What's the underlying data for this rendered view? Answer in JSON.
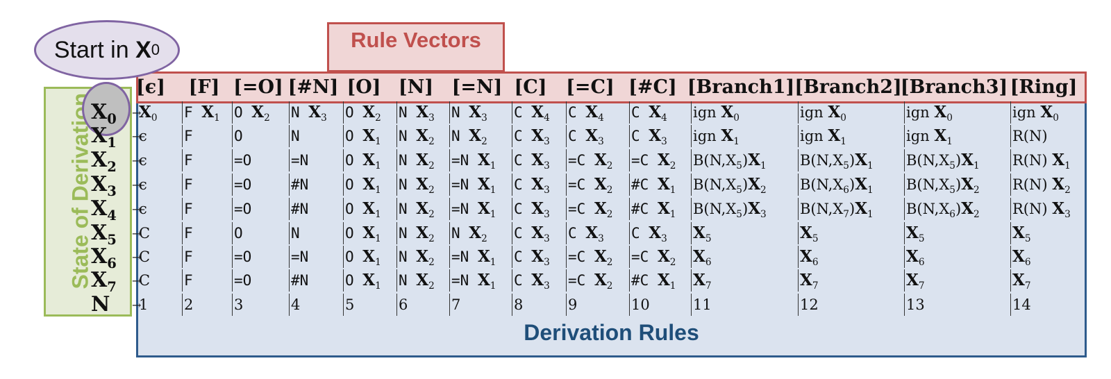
{
  "rule_vectors_title": "Rule Vectors",
  "derivation_rules_title": "Derivation Rules",
  "state_axis_title": "State of Derivation",
  "start_label": {
    "text": "Start in",
    "var": "X",
    "sub": "0"
  },
  "columns": [
    "[ϵ]",
    "[F]",
    "[=O]",
    "[#N]",
    "[O]",
    "[N]",
    "[=N]",
    "[C]",
    "[=C]",
    "[#C]",
    "[Branch1]",
    "[Branch2]",
    "[Branch3]",
    "[Ring]"
  ],
  "rows": [
    {
      "state": {
        "name": "X",
        "sub": "0"
      },
      "cells": [
        {
          "t": "X",
          "s": "0"
        },
        {
          "m": "F ",
          "t": "X",
          "s": "1"
        },
        {
          "m": "O ",
          "t": "X",
          "s": "2"
        },
        {
          "m": "N ",
          "t": "X",
          "s": "3"
        },
        {
          "m": "O ",
          "t": "X",
          "s": "2"
        },
        {
          "m": "N ",
          "t": "X",
          "s": "3"
        },
        {
          "m": "N ",
          "t": "X",
          "s": "3"
        },
        {
          "m": "C ",
          "t": "X",
          "s": "4"
        },
        {
          "m": "C ",
          "t": "X",
          "s": "4"
        },
        {
          "m": "C ",
          "t": "X",
          "s": "4"
        },
        {
          "p": "ign ",
          "t": "X",
          "s": "0"
        },
        {
          "p": "ign ",
          "t": "X",
          "s": "0"
        },
        {
          "p": "ign ",
          "t": "X",
          "s": "0"
        },
        {
          "p": "ign ",
          "t": "X",
          "s": "0"
        }
      ]
    },
    {
      "state": {
        "name": "X",
        "sub": "1"
      },
      "cells": [
        {
          "p": "ϵ"
        },
        {
          "m": "F"
        },
        {
          "m": "O"
        },
        {
          "m": "N"
        },
        {
          "m": "O ",
          "t": "X",
          "s": "1"
        },
        {
          "m": "N ",
          "t": "X",
          "s": "2"
        },
        {
          "m": "N ",
          "t": "X",
          "s": "2"
        },
        {
          "m": "C ",
          "t": "X",
          "s": "3"
        },
        {
          "m": "C ",
          "t": "X",
          "s": "3"
        },
        {
          "m": "C ",
          "t": "X",
          "s": "3"
        },
        {
          "p": "ign ",
          "t": "X",
          "s": "1"
        },
        {
          "p": "ign ",
          "t": "X",
          "s": "1"
        },
        {
          "p": "ign ",
          "t": "X",
          "s": "1"
        },
        {
          "p": "R(N)"
        }
      ]
    },
    {
      "state": {
        "name": "X",
        "sub": "2"
      },
      "cells": [
        {
          "p": "ϵ"
        },
        {
          "m": "F"
        },
        {
          "m": "=O"
        },
        {
          "m": "=N"
        },
        {
          "m": "O ",
          "t": "X",
          "s": "1"
        },
        {
          "m": "N ",
          "t": "X",
          "s": "2"
        },
        {
          "m": "=N ",
          "t": "X",
          "s": "1"
        },
        {
          "m": "C ",
          "t": "X",
          "s": "3"
        },
        {
          "m": "=C ",
          "t": "X",
          "s": "2"
        },
        {
          "m": "=C ",
          "t": "X",
          "s": "2"
        },
        {
          "p": "B(N,X",
          "ps": "5",
          "p2": ")",
          "t": "X",
          "s": "1"
        },
        {
          "p": "B(N,X",
          "ps": "5",
          "p2": ")",
          "t": "X",
          "s": "1"
        },
        {
          "p": "B(N,X",
          "ps": "5",
          "p2": ")",
          "t": "X",
          "s": "1"
        },
        {
          "p": "R(N) ",
          "t": "X",
          "s": "1"
        }
      ]
    },
    {
      "state": {
        "name": "X",
        "sub": "3"
      },
      "cells": [
        {
          "p": "ϵ"
        },
        {
          "m": "F"
        },
        {
          "m": "=O"
        },
        {
          "m": "#N"
        },
        {
          "m": "O ",
          "t": "X",
          "s": "1"
        },
        {
          "m": "N ",
          "t": "X",
          "s": "2"
        },
        {
          "m": "=N ",
          "t": "X",
          "s": "1"
        },
        {
          "m": "C ",
          "t": "X",
          "s": "3"
        },
        {
          "m": "=C ",
          "t": "X",
          "s": "2"
        },
        {
          "m": "#C ",
          "t": "X",
          "s": "1"
        },
        {
          "p": "B(N,X",
          "ps": "5",
          "p2": ")",
          "t": "X",
          "s": "2"
        },
        {
          "p": "B(N,X",
          "ps": "6",
          "p2": ")",
          "t": "X",
          "s": "1"
        },
        {
          "p": "B(N,X",
          "ps": "5",
          "p2": ")",
          "t": "X",
          "s": "2"
        },
        {
          "p": "R(N) ",
          "t": "X",
          "s": "2"
        }
      ]
    },
    {
      "state": {
        "name": "X",
        "sub": "4"
      },
      "cells": [
        {
          "p": "ϵ"
        },
        {
          "m": "F"
        },
        {
          "m": "=O"
        },
        {
          "m": "#N"
        },
        {
          "m": "O ",
          "t": "X",
          "s": "1"
        },
        {
          "m": "N ",
          "t": "X",
          "s": "2"
        },
        {
          "m": "=N ",
          "t": "X",
          "s": "1"
        },
        {
          "m": "C ",
          "t": "X",
          "s": "3"
        },
        {
          "m": "=C ",
          "t": "X",
          "s": "2"
        },
        {
          "m": "#C ",
          "t": "X",
          "s": "1"
        },
        {
          "p": "B(N,X",
          "ps": "5",
          "p2": ")",
          "t": "X",
          "s": "3"
        },
        {
          "p": "B(N,X",
          "ps": "7",
          "p2": ")",
          "t": "X",
          "s": "1"
        },
        {
          "p": "B(N,X",
          "ps": "6",
          "p2": ")",
          "t": "X",
          "s": "2"
        },
        {
          "p": "R(N) ",
          "t": "X",
          "s": "3"
        }
      ]
    },
    {
      "state": {
        "name": "X",
        "sub": "5"
      },
      "cells": [
        {
          "p": "C"
        },
        {
          "m": "F"
        },
        {
          "m": "O"
        },
        {
          "m": "N"
        },
        {
          "m": "O ",
          "t": "X",
          "s": "1"
        },
        {
          "m": "N ",
          "t": "X",
          "s": "2"
        },
        {
          "m": "N ",
          "t": "X",
          "s": "2"
        },
        {
          "m": "C ",
          "t": "X",
          "s": "3"
        },
        {
          "m": "C ",
          "t": "X",
          "s": "3"
        },
        {
          "m": "C ",
          "t": "X",
          "s": "3"
        },
        {
          "t": "X",
          "s": "5"
        },
        {
          "t": "X",
          "s": "5"
        },
        {
          "t": "X",
          "s": "5"
        },
        {
          "t": "X",
          "s": "5"
        }
      ]
    },
    {
      "state": {
        "name": "X",
        "sub": "6"
      },
      "cells": [
        {
          "p": "C"
        },
        {
          "m": "F"
        },
        {
          "m": "=O"
        },
        {
          "m": "=N"
        },
        {
          "m": "O ",
          "t": "X",
          "s": "1"
        },
        {
          "m": "N ",
          "t": "X",
          "s": "2"
        },
        {
          "m": "=N ",
          "t": "X",
          "s": "1"
        },
        {
          "m": "C ",
          "t": "X",
          "s": "3"
        },
        {
          "m": "=C ",
          "t": "X",
          "s": "2"
        },
        {
          "m": "=C ",
          "t": "X",
          "s": "2"
        },
        {
          "t": "X",
          "s": "6"
        },
        {
          "t": "X",
          "s": "6"
        },
        {
          "t": "X",
          "s": "6"
        },
        {
          "t": "X",
          "s": "6"
        }
      ]
    },
    {
      "state": {
        "name": "X",
        "sub": "7"
      },
      "cells": [
        {
          "p": "C"
        },
        {
          "m": "F"
        },
        {
          "m": "=O"
        },
        {
          "m": "#N"
        },
        {
          "m": "O ",
          "t": "X",
          "s": "1"
        },
        {
          "m": "N ",
          "t": "X",
          "s": "2"
        },
        {
          "m": "=N ",
          "t": "X",
          "s": "1"
        },
        {
          "m": "C ",
          "t": "X",
          "s": "3"
        },
        {
          "m": "=C ",
          "t": "X",
          "s": "2"
        },
        {
          "m": "#C ",
          "t": "X",
          "s": "1"
        },
        {
          "t": "X",
          "s": "7"
        },
        {
          "t": "X",
          "s": "7"
        },
        {
          "t": "X",
          "s": "7"
        },
        {
          "t": "X",
          "s": "7"
        }
      ]
    },
    {
      "state": {
        "name": "N"
      },
      "cells": [
        {
          "p": "1"
        },
        {
          "p": "2"
        },
        {
          "p": "3"
        },
        {
          "p": "4"
        },
        {
          "p": "5"
        },
        {
          "p": "6"
        },
        {
          "p": "7"
        },
        {
          "p": "8"
        },
        {
          "p": "9"
        },
        {
          "p": "10"
        },
        {
          "p": "11"
        },
        {
          "p": "12"
        },
        {
          "p": "13"
        },
        {
          "p": "14"
        }
      ]
    }
  ]
}
